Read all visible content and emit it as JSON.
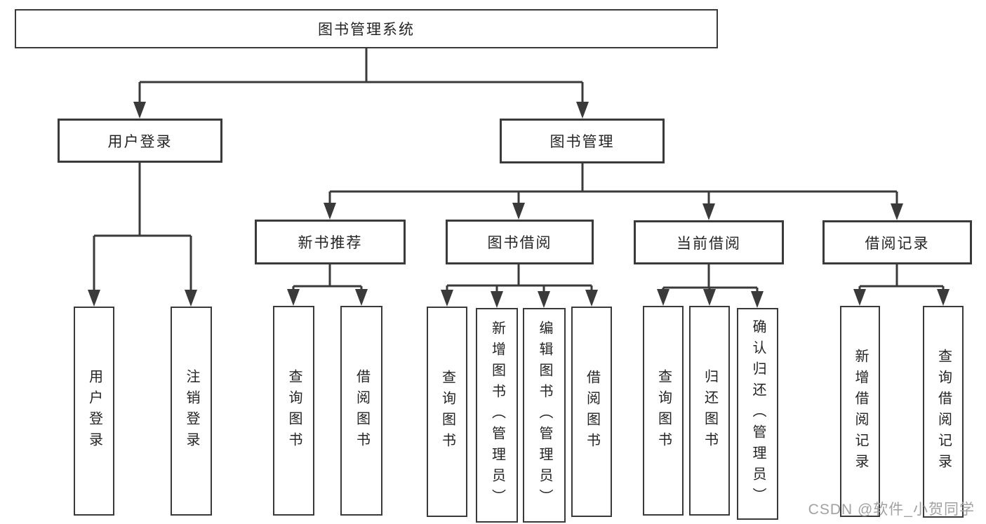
{
  "nodes": {
    "root": "图书管理系统",
    "user_login": "用户登录",
    "book_mgmt": "图书管理",
    "new_books": "新书推荐",
    "book_borrow": "图书借阅",
    "current_borrow": "当前借阅",
    "borrow_records": "借阅记录"
  },
  "leaves": {
    "user_login": [
      "用户登录",
      "注销登录"
    ],
    "new_books": [
      "查询图书",
      "借阅图书"
    ],
    "book_borrow": [
      "查询图书",
      "新增图书（管理员）",
      "编辑图书（管理员）",
      "借阅图书"
    ],
    "current_borrow": [
      "查询图书",
      "归还图书",
      "确认归还（管理员）"
    ],
    "borrow_records": [
      "新增借阅记录",
      "查询借阅记录"
    ]
  },
  "colors": {
    "line": "#3a3a3a",
    "text": "#242424",
    "watermark": "#a2a2a2",
    "background": "#ffffff"
  },
  "watermark": "CSDN @软件_小贺同学"
}
